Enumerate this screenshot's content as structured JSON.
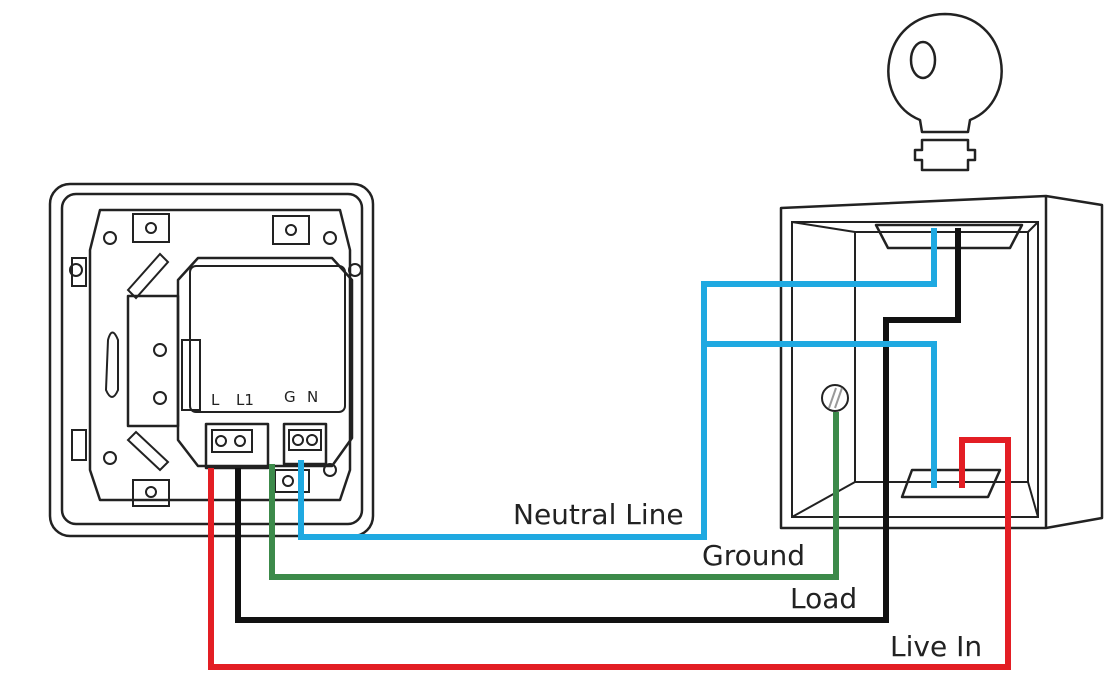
{
  "terminals": {
    "live": "L",
    "load": "L1",
    "ground": "G",
    "neutral": "N"
  },
  "wires": {
    "neutral": {
      "label": "Neutral Line",
      "color": "#1fa9e1"
    },
    "ground": {
      "label": "Ground",
      "color": "#3c8a4a"
    },
    "load": {
      "label": "Load",
      "color": "#111111"
    },
    "live": {
      "label": "Live In",
      "color": "#e31e24"
    }
  },
  "icons": [
    "light-bulb-icon",
    "ground-screw-icon"
  ]
}
